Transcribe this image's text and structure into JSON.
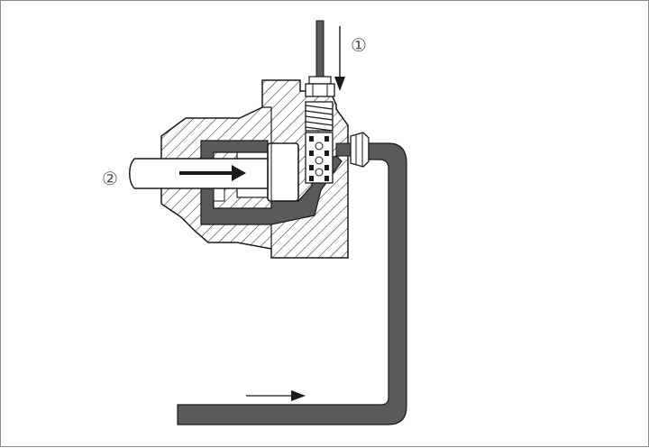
{
  "diagram": {
    "callouts": [
      {
        "id": "1",
        "text": "①"
      },
      {
        "id": "2",
        "text": "②"
      }
    ],
    "colors": {
      "line": "#1a1a1a",
      "pipe": "#5a5a5a",
      "hatch": "#2b2b2b",
      "frame": "#8a8a8a",
      "background": "#ffffff"
    }
  }
}
